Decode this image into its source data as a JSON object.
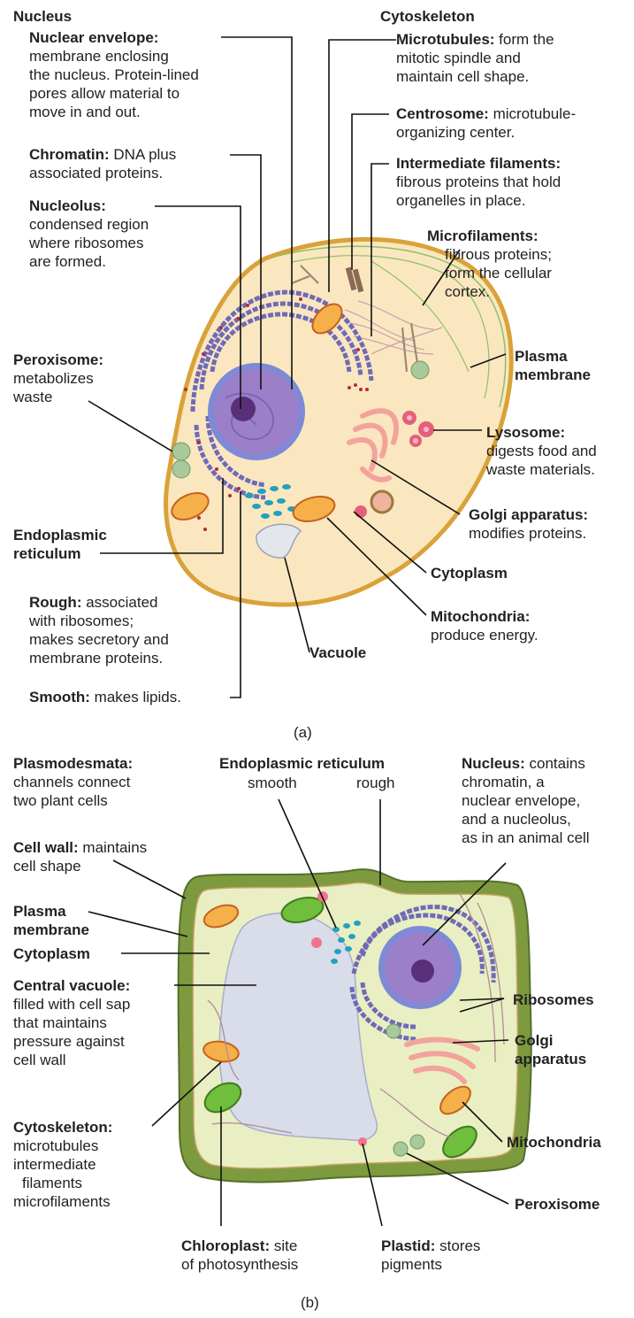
{
  "animal": {
    "nucleus_heading": "Nucleus",
    "nuclear_envelope": {
      "title": "Nuclear envelope:",
      "desc": [
        "membrane enclosing",
        "the nucleus. Protein-lined",
        "pores allow material to",
        "move in and out."
      ]
    },
    "chromatin": {
      "title": "Chromatin:",
      "desc_inline": " DNA plus",
      "desc": [
        "associated proteins."
      ]
    },
    "nucleolus": {
      "title": "Nucleolus:",
      "desc": [
        "condensed region",
        "where ribosomes",
        "are formed."
      ]
    },
    "peroxisome": {
      "title": "Peroxisome:",
      "desc": [
        "metabolizes",
        "waste"
      ]
    },
    "er": {
      "title": [
        "Endoplasmic",
        "reticulum"
      ]
    },
    "rough": {
      "title": "Rough:",
      "desc_inline": " associated",
      "desc": [
        "with ribosomes;",
        "makes secretory and",
        "membrane proteins."
      ]
    },
    "smooth": {
      "title": "Smooth:",
      "desc_inline": " makes lipids."
    },
    "vacuole": "Vacuole",
    "cytoskeleton_heading": "Cytoskeleton",
    "microtubules": {
      "title": "Microtubules:",
      "desc_inline": " form the",
      "desc": [
        "mitotic spindle and",
        "maintain cell shape."
      ]
    },
    "centrosome": {
      "title": "Centrosome:",
      "desc_inline": " microtubule-",
      "desc": [
        "organizing center."
      ]
    },
    "intermediate": {
      "title": "Intermediate filaments:",
      "desc": [
        "fibrous proteins that hold",
        "organelles in place."
      ]
    },
    "microfilaments": {
      "title": "Microfilaments:",
      "desc": [
        "fibrous proteins;",
        "form the cellular",
        "cortex."
      ]
    },
    "plasma_membrane": [
      "Plasma",
      "membrane"
    ],
    "lysosome": {
      "title": "Lysosome:",
      "desc": [
        "digests food and",
        "waste materials."
      ]
    },
    "golgi": {
      "title": "Golgi apparatus:",
      "desc": [
        "modifies proteins."
      ]
    },
    "cytoplasm": "Cytoplasm",
    "mitochondria": {
      "title": "Mitochondria:",
      "desc": [
        "produce energy."
      ]
    },
    "caption": "(a)"
  },
  "plant": {
    "plasmodesmata": {
      "title": "Plasmodesmata:",
      "desc": [
        "channels connect",
        "two plant cells"
      ]
    },
    "cell_wall": {
      "title": "Cell wall:",
      "desc_inline": " maintains",
      "desc": [
        "cell shape"
      ]
    },
    "plasma_membrane": [
      "Plasma",
      "membrane"
    ],
    "cytoplasm": "Cytoplasm",
    "central_vacuole": {
      "title": "Central vacuole:",
      "desc": [
        "filled with cell sap",
        "that maintains",
        "pressure against",
        "cell wall"
      ]
    },
    "cytoskeleton": {
      "title": "Cytoskeleton:",
      "desc": [
        "microtubules",
        "intermediate",
        "filaments",
        "microfilaments"
      ]
    },
    "er": {
      "title": "Endoplasmic reticulum",
      "smooth": "smooth",
      "rough": "rough"
    },
    "nucleus": {
      "title": "Nucleus:",
      "desc_inline": " contains",
      "desc": [
        "chromatin, a",
        "nuclear envelope,",
        "and a nucleolus,",
        "as in an animal cell"
      ]
    },
    "ribosomes": "Ribosomes",
    "golgi": [
      "Golgi",
      "apparatus"
    ],
    "mitochondria": "Mitochondria",
    "peroxisome": "Peroxisome",
    "chloroplast": {
      "title": "Chloroplast:",
      "desc_inline": " site",
      "desc": [
        "of photosynthesis"
      ]
    },
    "plastid": {
      "title": "Plastid:",
      "desc_inline": " stores",
      "desc": [
        "pigments"
      ]
    },
    "caption": "(b)"
  },
  "colors": {
    "animal_cytoplasm": "#fbe7bf",
    "animal_membrane": "#d9a23a",
    "nucleus": "#8a6bb8",
    "er": "#6f6ab8",
    "golgi": "#f3a39b",
    "mitochondria": "#e7852a",
    "plant_wall": "#7c9a3c",
    "plant_cytoplasm": "#e9efc2",
    "central_vacuole": "#d9dce9",
    "chloroplast": "#6fbe3c"
  }
}
